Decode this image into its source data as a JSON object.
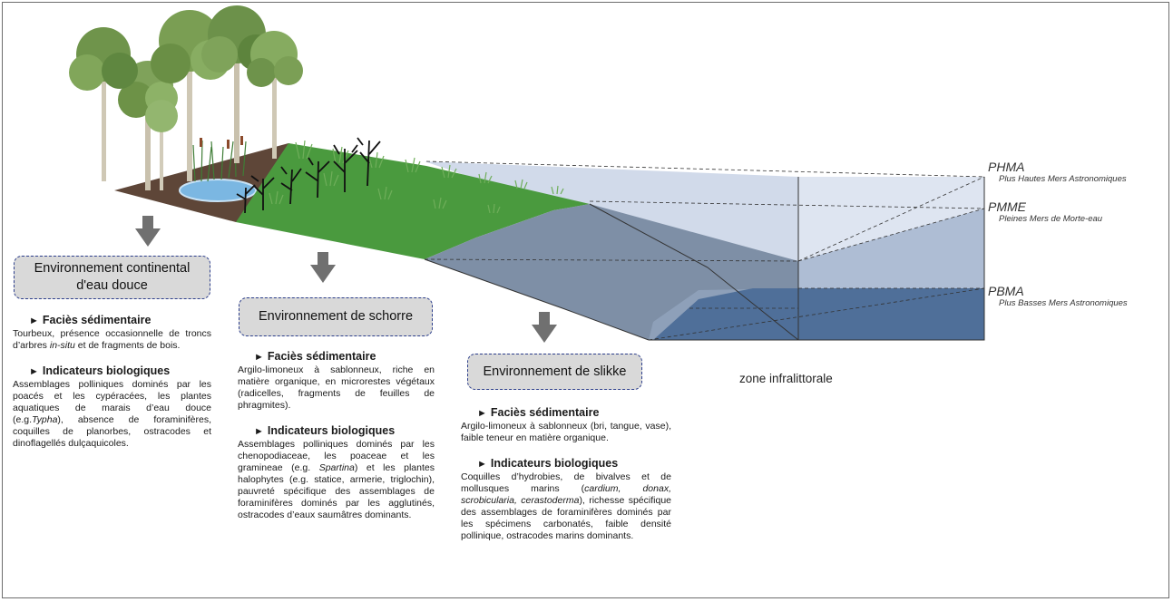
{
  "tidal_levels": [
    {
      "code": "PHMA",
      "description": "Plus Hautes Mers Astronomiques"
    },
    {
      "code": "PMME",
      "description": "Pleines Mers de Morte-eau"
    },
    {
      "code": "PBMA",
      "description": "Plus Basses Mers Astronomiques"
    }
  ],
  "zone_label": "zone infralittorale",
  "environments": [
    {
      "title_line1": "Environnement continental",
      "title_line2": "d'eau douce",
      "facies_heading": "Faciès sédimentaire",
      "facies_pre": "Tourbeux, présence occasionnelle de troncs d’arbres ",
      "facies_em": "in-situ",
      "facies_post": " et de fragments de bois.",
      "bio_heading": "Indicateurs biologiques",
      "bio_pre": "Assemblages polliniques dominés par les poacés et les cypéracées, les plantes aquatiques de marais d’eau douce (e.g.",
      "bio_em": "Typha",
      "bio_post": "), absence de foraminifères, coquilles de planorbes, ostracodes et dinoflagellés dulçaquicoles."
    },
    {
      "title": "Environnement de schorre",
      "facies_heading": "Faciès sédimentaire",
      "facies_text": "Argilo-limoneux à sablonneux, riche en matière organique, en microrestes végétaux (radicelles, fragments de feuilles de phragmites).",
      "bio_heading": "Indicateurs biologiques",
      "bio_pre": "Assemblages polliniques dominés par les chenopodiaceae, les poaceae et les gramineae (e.g. ",
      "bio_em": "Spartina",
      "bio_post": ") et les plantes halophytes (e.g. statice, armerie, triglochin), pauvreté spécifique des assemblages de foraminifères dominés par les agglutinés, ostracodes d’eaux saumâtres dominants."
    },
    {
      "title": "Environnement de slikke",
      "facies_heading": "Faciès sédimentaire",
      "facies_text": "Argilo-limoneux à sablonneux (bri, tangue, vase), faible teneur en matière organique.",
      "bio_heading": "Indicateurs biologiques",
      "bio_pre": "Coquilles d’hydrobies, de bivalves et de mollusques marins (",
      "bio_em": "cardium, donax, scrobicularia, cerastoderma",
      "bio_post": "), richesse spécifique des assemblages de foraminifères dominés par les spécimens carbonatés, faible densité pollinique, ostracodes marins dominants."
    }
  ],
  "colors": {
    "soil": "#5e4638",
    "marsh_green": "#4a9a3e",
    "mudflat": "#7e8fa6",
    "water_light": "#dde5f1",
    "water_mid": "#aebdd4",
    "water_deep": "#4f6f99",
    "arrow": "#707070",
    "box_fill": "#d9d9d9",
    "box_border": "#2c3e8c"
  },
  "icons": [
    "tree-icon",
    "reed-icon",
    "dead-shrub-icon",
    "down-arrow-icon"
  ]
}
